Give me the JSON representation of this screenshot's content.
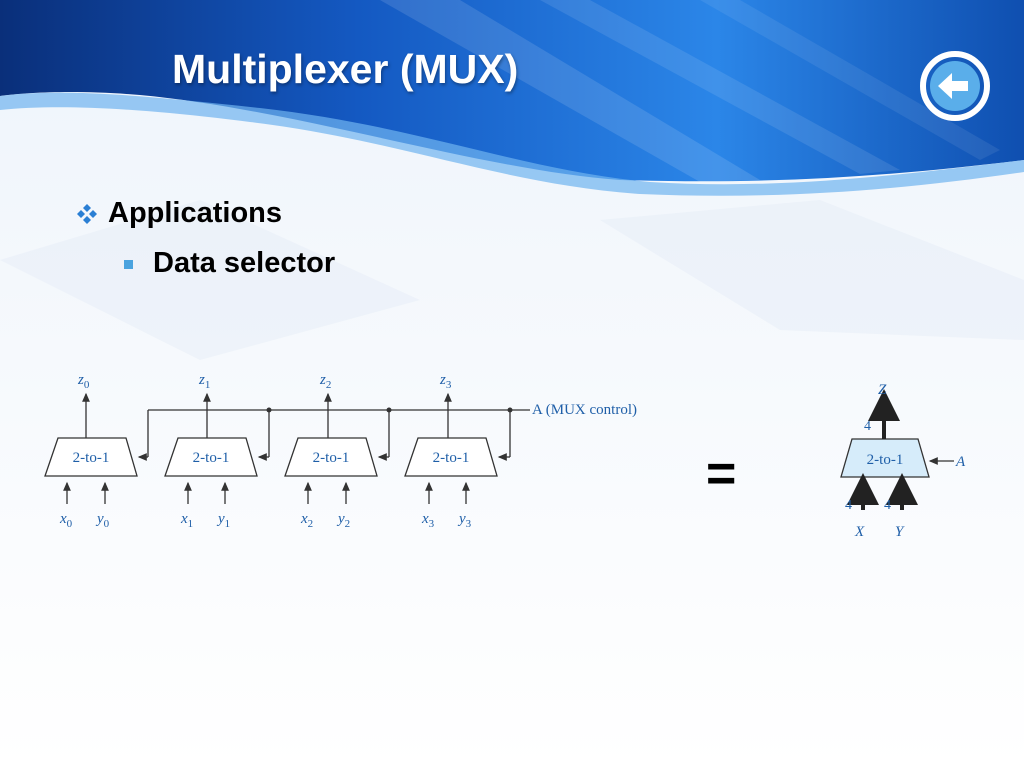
{
  "slide": {
    "title": "Multiplexer (MUX)",
    "bullets": [
      {
        "level": 1,
        "text": "Applications"
      },
      {
        "level": 2,
        "text": "Data selector"
      }
    ]
  },
  "diagram": {
    "mux_label": "2-to-1",
    "control_label": "A (MUX control)",
    "muxes": [
      {
        "output": "z",
        "index": "0",
        "in1": "x",
        "in2": "y"
      },
      {
        "output": "z",
        "index": "1",
        "in1": "x",
        "in2": "y"
      },
      {
        "output": "z",
        "index": "2",
        "in1": "x",
        "in2": "y"
      },
      {
        "output": "z",
        "index": "3",
        "in1": "x",
        "in2": "y"
      }
    ],
    "equals": "=",
    "compact": {
      "mux_label": "2-to-1",
      "output": "Z",
      "input1": "X",
      "input2": "Y",
      "control": "A",
      "bus_width_out": "4",
      "bus_width_in1": "4",
      "bus_width_in2": "4"
    }
  },
  "icons": {
    "back": "back-arrow-icon",
    "bullet1": "diamond-bullet-icon",
    "bullet2": "square-bullet-icon"
  },
  "colors": {
    "header_blue": "#1a6fd0",
    "diagram_blue": "#1f5fa8",
    "mux_fill": "#d6ecfa"
  }
}
